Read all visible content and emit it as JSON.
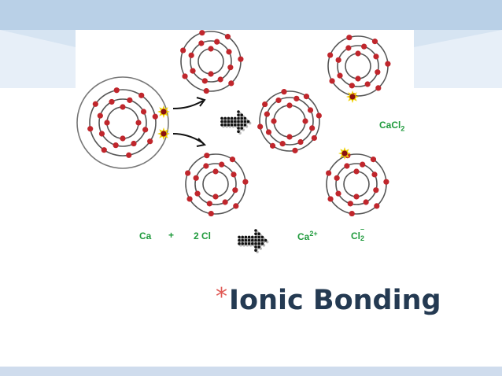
{
  "slide": {
    "title_marker": "*",
    "title": "Ionic Bonding",
    "colors": {
      "top_band": "#a9c3df",
      "bottom_band": "#cfdced",
      "title_text": "#243a52",
      "title_marker": "#e05a55",
      "label_green": "#1f9a3c",
      "electron": "#c0262c",
      "transferred_electron": "#f0d000",
      "shell_line": "#555555"
    }
  },
  "diagram": {
    "arrow_icon": "dotted-right-arrow",
    "molecule_label": {
      "base": "CaCl",
      "subscript": "2"
    },
    "equation": {
      "reactant_1": "Ca",
      "plus": "+",
      "reactant_2": "2 Cl",
      "product_1": {
        "base": "Ca",
        "superscript": "2+"
      },
      "product_2": {
        "base": "Cl",
        "subscript": "2",
        "superscript": "–"
      }
    }
  }
}
